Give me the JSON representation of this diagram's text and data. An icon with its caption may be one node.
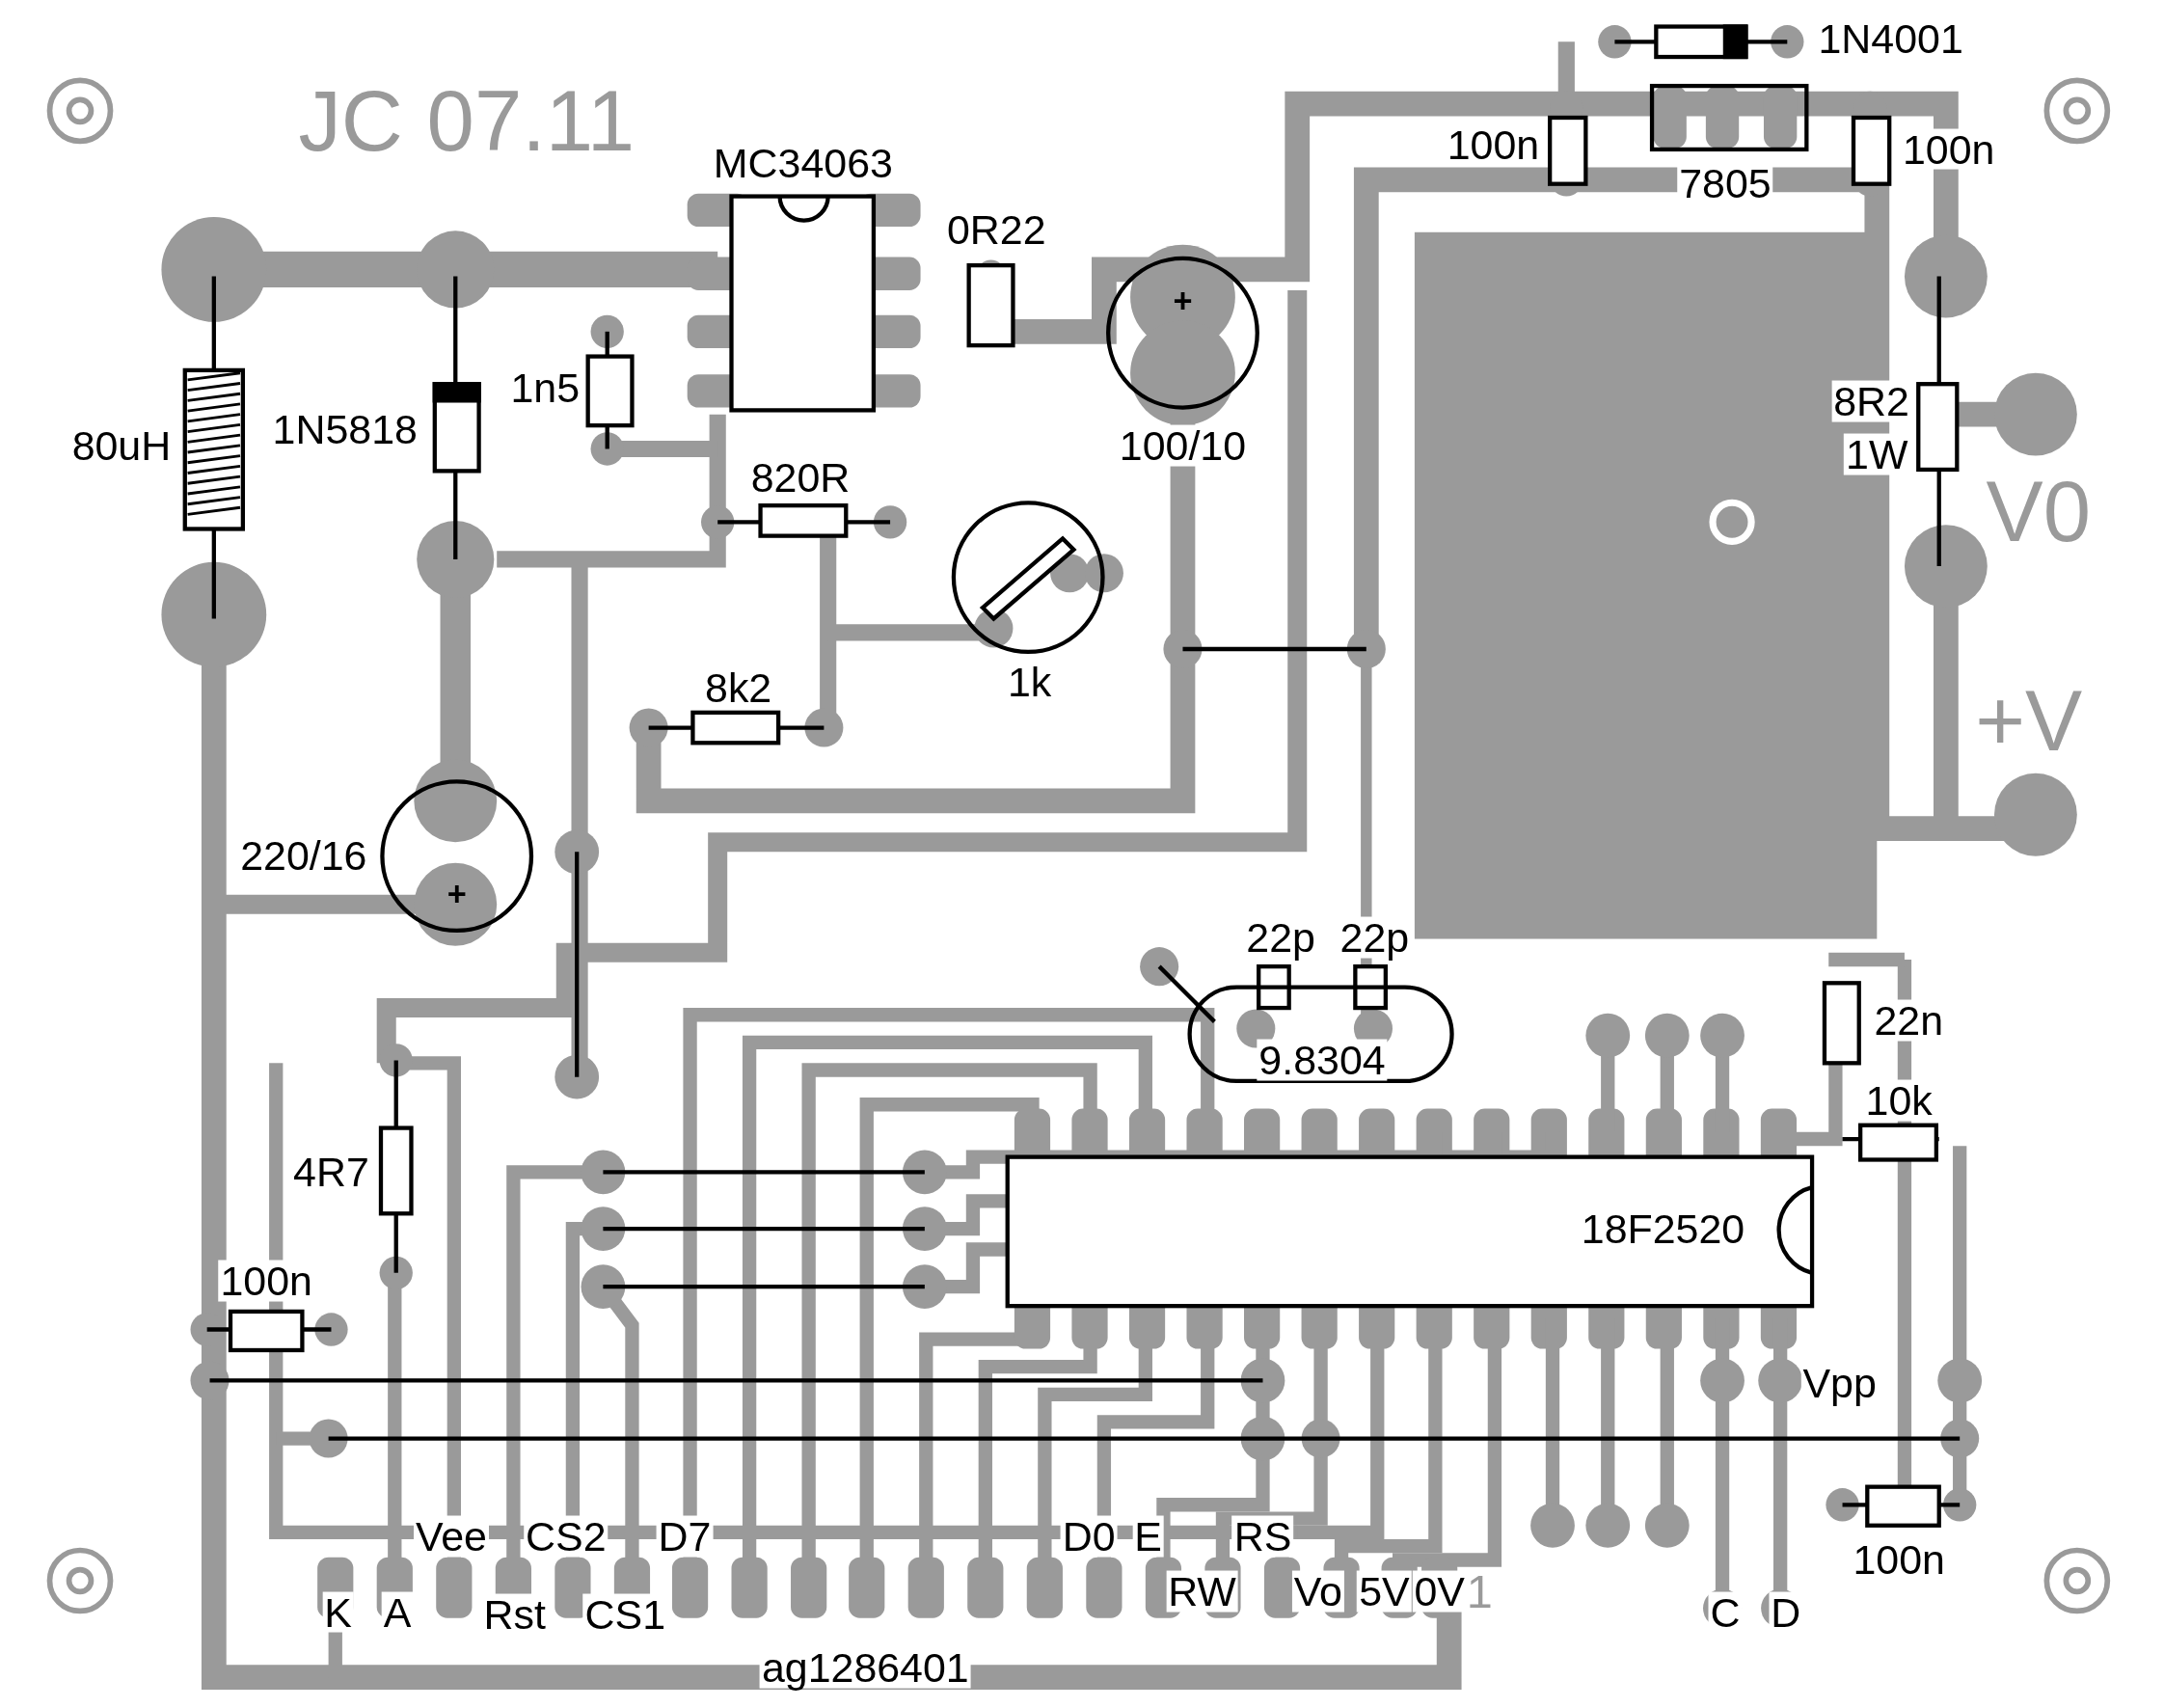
{
  "diagram": {
    "labels": [
      "1N4001",
      "JC 07.11",
      "MC34063",
      "100n",
      "7805",
      "100n",
      "0R22",
      "1n5",
      "80uH",
      "1N5818",
      "100/10",
      "8R2",
      "1W",
      "V0",
      "820R",
      "8k2",
      "1k",
      "+V",
      "220/16",
      "22p",
      "22p",
      "22n",
      "9.8304",
      "10k",
      "4R7",
      "18F2520",
      "100n",
      "Vpp",
      "Vee",
      "CS2",
      "D7",
      "D0",
      "E",
      "RS",
      "100n",
      "K",
      "A",
      "Rst",
      "CS1",
      "RW",
      "Vo",
      "5V",
      "0V",
      "1",
      "C",
      "D",
      "ag1286401",
      "+",
      "+"
    ]
  }
}
